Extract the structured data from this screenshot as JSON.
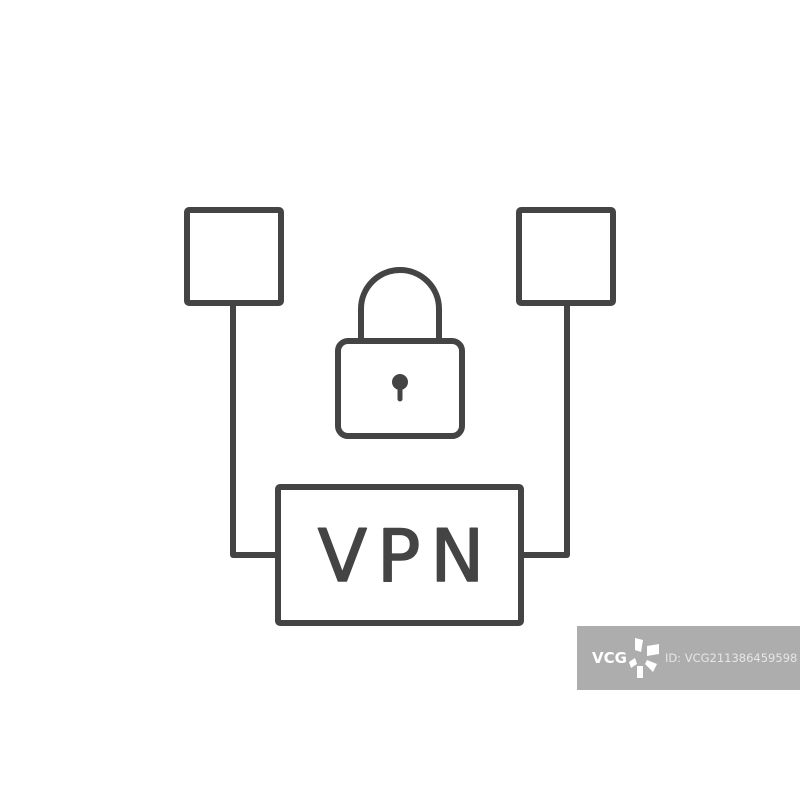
{
  "icon": {
    "name": "vpn-network-icon",
    "stroke_color": "#444444",
    "label": "VPN"
  },
  "watermark": {
    "logo_text": "VCG",
    "id_text": "ID: VCG211386459598",
    "background": "#adadad"
  }
}
